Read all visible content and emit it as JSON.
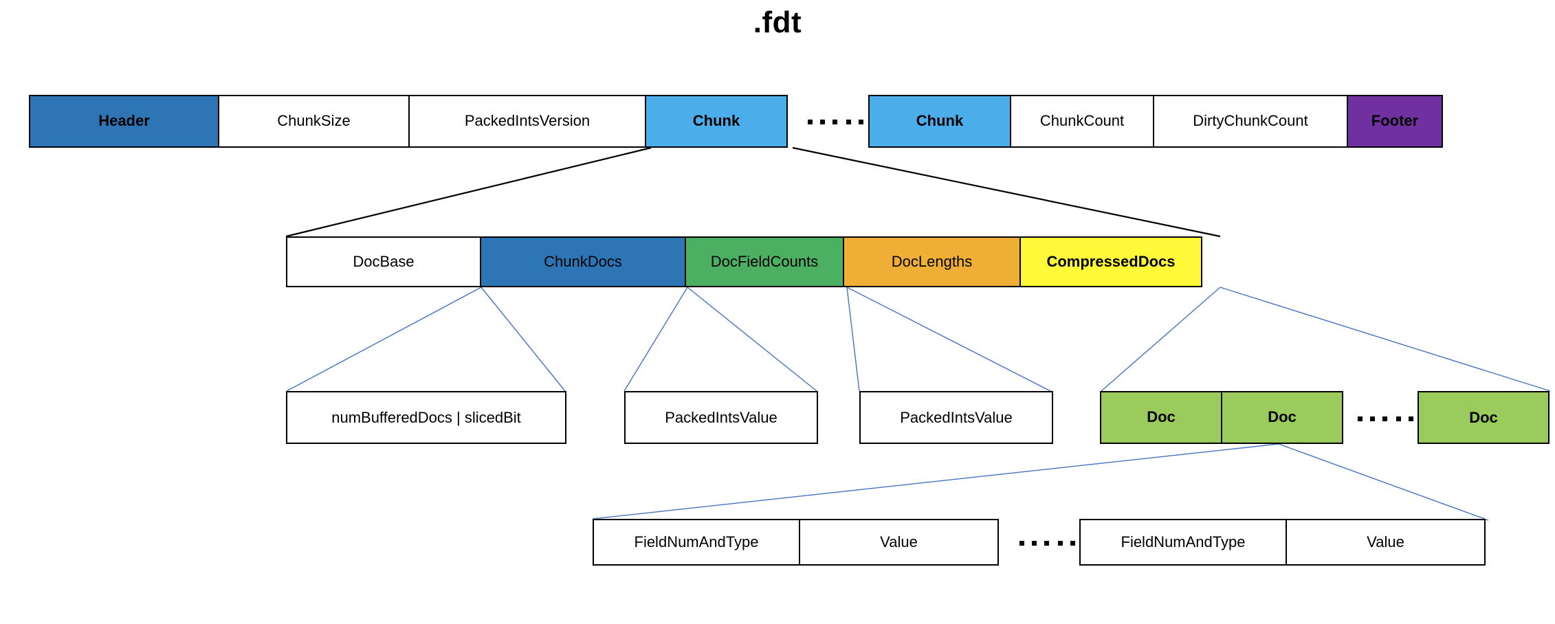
{
  "title": ".fdt",
  "colors": {
    "header_blue": "#2E75B6",
    "chunk_light_blue": "#4BADEA",
    "footer_purple": "#7030A0",
    "chunkdocs_blue": "#2E75B6",
    "docfieldcounts_green": "#4CAF62",
    "doclengths_orange": "#EFAE35",
    "compresseddocs_yellow": "#FFF93A",
    "doc_green": "#9BCB5C",
    "white": "#FFFFFF",
    "stroke_black": "#000000",
    "stroke_blue": "#4472C4"
  },
  "file_row": {
    "name": "fdt-file-layout",
    "cells": [
      {
        "label": "Header",
        "fill": "#2E75B6",
        "bold": true
      },
      {
        "label": "ChunkSize",
        "fill": "#FFFFFF",
        "bold": false
      },
      {
        "label": "PackedIntsVersion",
        "fill": "#FFFFFF",
        "bold": false
      },
      {
        "label": "Chunk",
        "fill": "#4BADEA",
        "bold": true
      }
    ],
    "ellipsis": "......",
    "cells_right": [
      {
        "label": "Chunk",
        "fill": "#4BADEA",
        "bold": true
      },
      {
        "label": "ChunkCount",
        "fill": "#FFFFFF",
        "bold": false
      },
      {
        "label": "DirtyChunkCount",
        "fill": "#FFFFFF",
        "bold": false
      },
      {
        "label": "Footer",
        "fill": "#7030A0",
        "bold": true
      }
    ]
  },
  "chunk_row": {
    "name": "chunk-layout",
    "cells": [
      {
        "label": "DocBase",
        "fill": "#FFFFFF",
        "bold": false
      },
      {
        "label": "ChunkDocs",
        "fill": "#2E75B6",
        "bold": false
      },
      {
        "label": "DocFieldCounts",
        "fill": "#4CAF62",
        "bold": false
      },
      {
        "label": "DocLengths",
        "fill": "#EFAE35",
        "bold": false
      },
      {
        "label": "CompressedDocs",
        "fill": "#FFF93A",
        "bold": true
      }
    ]
  },
  "detail_row": {
    "name": "chunk-field-details",
    "boxes": [
      {
        "label": "numBufferedDocs | slicedBit",
        "fill": "#FFFFFF",
        "bold": false
      },
      {
        "label": "PackedIntsValue",
        "fill": "#FFFFFF",
        "bold": false
      },
      {
        "label": "PackedIntsValue",
        "fill": "#FFFFFF",
        "bold": false
      }
    ],
    "docs": [
      {
        "label": "Doc",
        "fill": "#9BCB5C",
        "bold": true
      },
      {
        "label": "Doc",
        "fill": "#9BCB5C",
        "bold": true
      }
    ],
    "docs_ellipsis": "......",
    "docs_right": [
      {
        "label": "Doc",
        "fill": "#9BCB5C",
        "bold": true
      }
    ]
  },
  "doc_row": {
    "name": "doc-layout",
    "cells_left": [
      {
        "label": "FieldNumAndType",
        "fill": "#FFFFFF",
        "bold": false
      },
      {
        "label": "Value",
        "fill": "#FFFFFF",
        "bold": false
      }
    ],
    "ellipsis": "......",
    "cells_right": [
      {
        "label": "FieldNumAndType",
        "fill": "#FFFFFF",
        "bold": false
      },
      {
        "label": "Value",
        "fill": "#FFFFFF",
        "bold": false
      }
    ]
  }
}
